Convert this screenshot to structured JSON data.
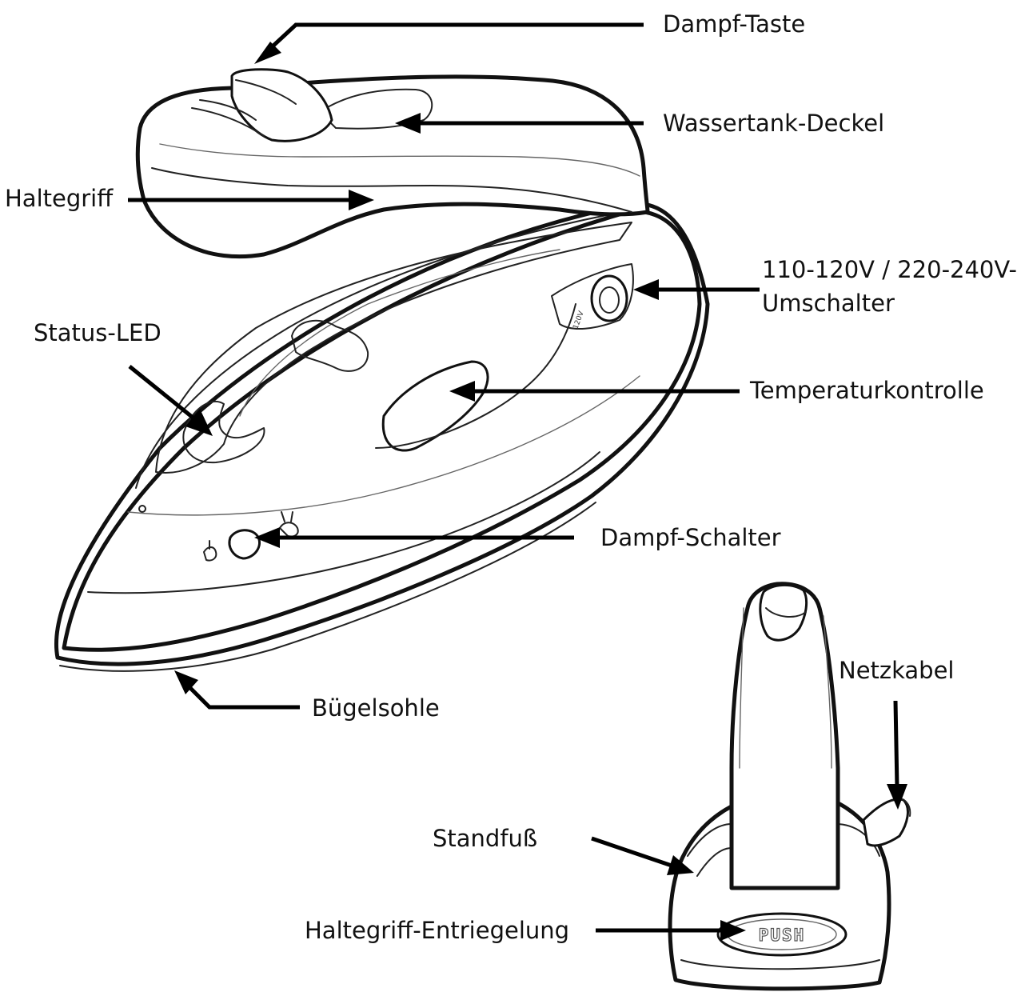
{
  "labels": {
    "dampf_taste": "Dampf-Taste",
    "wassertank_deckel": "Wassertank-Deckel",
    "haltegriff": "Haltegriff",
    "umschalter_line1": "110-120V / 220-240V-",
    "umschalter_line2": "Umschalter",
    "status_led": "Status-LED",
    "temperaturkontrolle": "Temperaturkontrolle",
    "dampf_schalter": "Dampf-Schalter",
    "buegelsohle": "Bügelsohle",
    "netzkabel": "Netzkabel",
    "standfuss": "Standfuß",
    "haltegriff_entriegelung": "Haltegriff-Entriegelung"
  },
  "device_markings": {
    "push_button": "PUSH",
    "voltage_mark": "120V"
  },
  "colors": {
    "line": "#111111",
    "background": "#ffffff"
  }
}
